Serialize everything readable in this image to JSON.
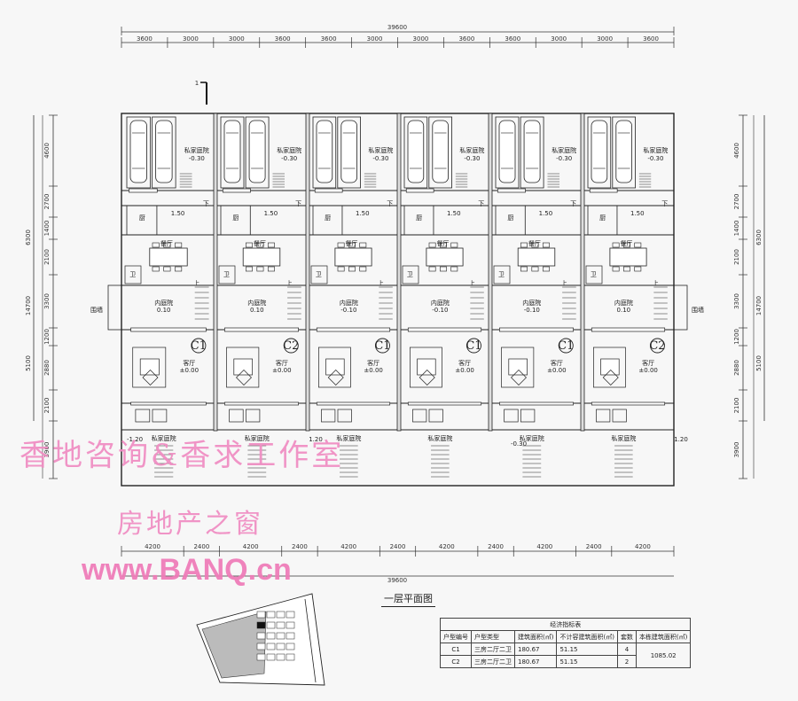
{
  "drawing": {
    "total_width_label": "39600",
    "top_dims": [
      "3600",
      "3000",
      "3000",
      "3600",
      "3600",
      "3000",
      "3000",
      "3600",
      "3600",
      "3000",
      "3000",
      "3600"
    ],
    "bottom_dims": [
      "4200",
      "2400",
      "4200",
      "2400",
      "4200",
      "2400",
      "4200",
      "2400",
      "4200",
      "2400",
      "4200"
    ],
    "left_dims": [
      "4600",
      "2700",
      "1400",
      "2100",
      "3300",
      "1200",
      "2880",
      "2100",
      "3900"
    ],
    "left_outer_dims": [
      "6300",
      "14700",
      "5100"
    ],
    "section_marker": "1",
    "levels": {
      "garage": [
        "-0.30",
        "-0.30",
        "-0.30",
        "-0.30",
        "-0.30",
        "-0.30"
      ],
      "upper": "1.50",
      "courtyard": [
        "0.10",
        "0.10",
        "-0.10",
        "-0.10",
        "-0.10",
        "0.10"
      ],
      "hall": [
        "±0.00",
        "±0.00",
        "±0.00",
        "±0.00",
        "±0.00",
        "±0.00"
      ],
      "front_left": "-1.20",
      "front_mid": "1.20",
      "front_right": "-0.30",
      "front_far_right": "1.20"
    },
    "rooms": {
      "garden": "私家庭院",
      "kitchen": "厨",
      "dining": "餐厅",
      "inner_court": "内庭院",
      "living": "客厅",
      "down": "下",
      "up": "上",
      "wall_left": "围墙",
      "wall_right": "围墙",
      "wc": "卫"
    },
    "unit_labels": [
      "C1",
      "C2",
      "C1",
      "C1",
      "C1",
      "C2"
    ],
    "title": "一层平面图"
  },
  "watermark": {
    "line1": "香地咨询&香求工作室",
    "line2": "房地产之窗",
    "line3": "www.BANQ.cn"
  },
  "econ_table": {
    "caption": "经济指标表",
    "headers": [
      "户型编号",
      "户型类型",
      "建筑面积(㎡)",
      "不计容建筑面积(㎡)",
      "套数",
      "本栋建筑面积(㎡)"
    ],
    "rows": [
      [
        "C1",
        "三房二厅二卫",
        "180.67",
        "51.15",
        "4"
      ],
      [
        "C2",
        "三房二厅二卫",
        "180.67",
        "51.15",
        "2"
      ]
    ],
    "building_total": "1085.02"
  }
}
